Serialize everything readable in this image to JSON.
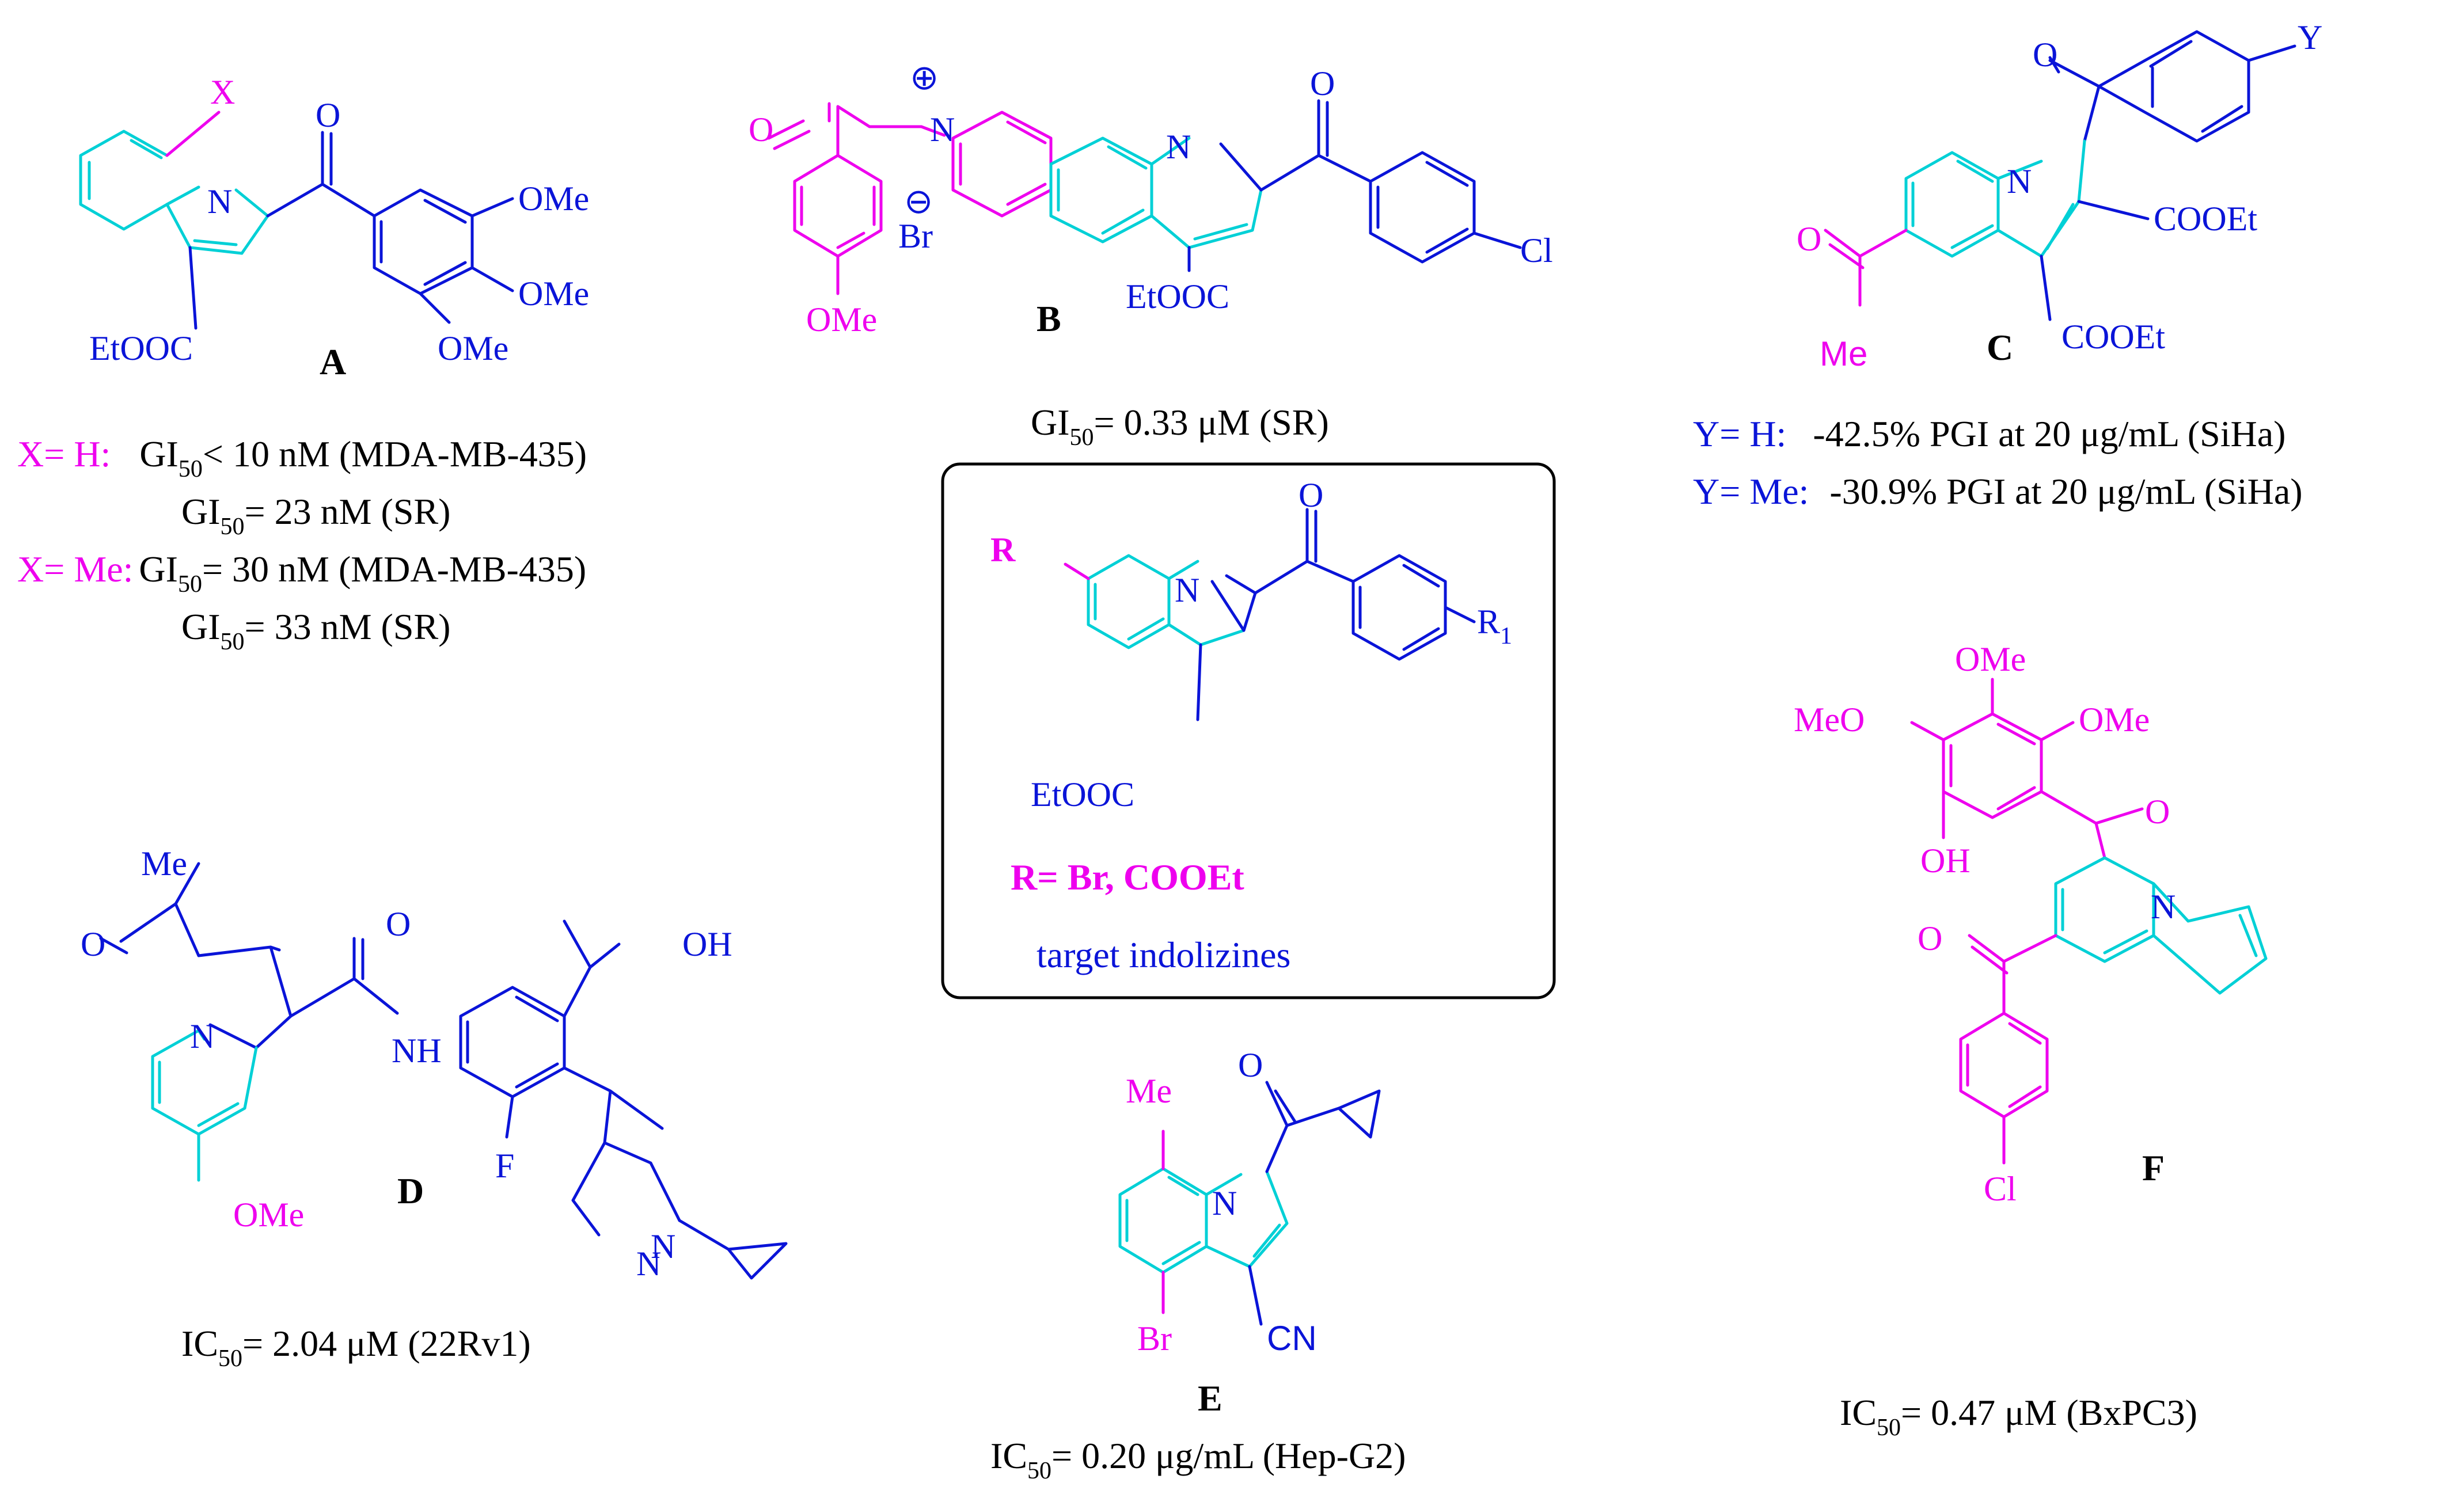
{
  "colors": {
    "indolizine_core": "#00d0d6",
    "substituent_blue": "#0a14d8",
    "substituent_magenta": "#ee00ee",
    "text_black": "#000000"
  },
  "compounds": {
    "A": {
      "label": "A",
      "atoms": {
        "x": "X",
        "n": "N",
        "o": "O",
        "ome1": "OMe",
        "ome2": "OMe",
        "ome3": "OMe",
        "ester": "EtOOC"
      },
      "activity": [
        {
          "prefix": "X= H:",
          "gi": "GI",
          "sub": "50",
          "text": "< 10 nM (MDA-MB-435)"
        },
        {
          "prefix": "",
          "gi": "GI",
          "sub": "50",
          "text": "= 23 nM (SR)"
        },
        {
          "prefix": "X= Me:",
          "gi": "GI",
          "sub": "50",
          "text": "= 30 nM (MDA-MB-435)"
        },
        {
          "prefix": "",
          "gi": "GI",
          "sub": "50",
          "text": "= 33 nM (SR)"
        }
      ]
    },
    "B": {
      "label": "B",
      "atoms": {
        "o1": "O",
        "n_plus": "N",
        "plus": "⊕",
        "minus": "⊖",
        "br": "Br",
        "ome": "OMe",
        "n": "N",
        "o2": "O",
        "cl": "Cl",
        "ester": "EtOOC"
      },
      "activity": {
        "gi": "GI",
        "sub": "50",
        "text": "= 0.33 μM (SR)"
      }
    },
    "C": {
      "label": "C",
      "atoms": {
        "o1": "O",
        "y": "Y",
        "n": "N",
        "o2": "O",
        "me": "Me",
        "coo1": "COOEt",
        "coo2": "COOEt"
      },
      "activity": [
        {
          "prefix": "Y= H:",
          "text": "  -42.5% PGI at 20 μg/mL (SiHa)"
        },
        {
          "prefix": "Y= Me:",
          "text": " -30.9% PGI at 20 μg/mL (SiHa)"
        }
      ]
    },
    "target": {
      "atoms": {
        "r": "R",
        "n": "N",
        "o": "O",
        "r1": "R",
        "r1_sub": "1",
        "ester": "EtOOC"
      },
      "r_text": "R= Br, COOEt",
      "caption": "target indolizines"
    },
    "D": {
      "label": "D",
      "atoms": {
        "me": "Me",
        "o1": "O",
        "o2": "O",
        "oh": "OH",
        "nh": "NH",
        "n": "N",
        "f": "F",
        "ome": "OMe",
        "n2": "N",
        "n3": "N"
      },
      "activity": {
        "ic": "IC",
        "sub": "50",
        "text": "= 2.04 μM (22Rv1)"
      }
    },
    "E": {
      "label": "E",
      "atoms": {
        "me": "Me",
        "o": "O",
        "n": "N",
        "br": "Br",
        "cn": "CN"
      },
      "activity": {
        "ic": "IC",
        "sub": "50",
        "text": "= 0.20 μg/mL (Hep-G2)"
      }
    },
    "F": {
      "label": "F",
      "atoms": {
        "ome1": "OMe",
        "meo": "MeO",
        "ome2": "OMe",
        "o1": "O",
        "oh": "OH",
        "n": "N",
        "o2": "O",
        "cl": "Cl"
      },
      "activity": {
        "ic": "IC",
        "sub": "50",
        "text": "= 0.47 μM (BxPC3)"
      }
    }
  }
}
